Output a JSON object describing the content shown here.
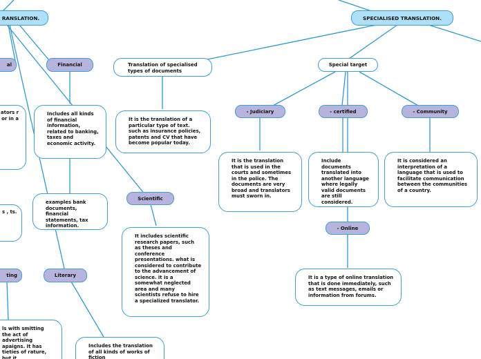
{
  "nodes": {
    "specialised_translation": "SPECIALISED TRANSLATION.",
    "translation_partial": "RANSLATION.",
    "legal_partial": "al",
    "financial": "Financial",
    "financial_desc": "Includes all kinds of financial information, related to banking, taxes and economic activity.",
    "financial_examples": "examples bank documents, financial statements, tax information.",
    "scientific": "Scientific",
    "scientific_desc": "It includes scientific research papers, such as theses and conference presentations. what is considered to contribute to the advancement of science. it is a somewhat neglected area and many scientists refuse to hire a specialized translator.",
    "literary": "Literary",
    "literary_desc": "Includes the translation of all kinds of works of fiction",
    "advertising_partial": "ting",
    "advertising_desc_partial": "ls with smitting the act of advertising apaigns. It has tieties of rature, but it",
    "legal_desc_partial": "l n. ators r or in a",
    "legal_examples_partial": "s , ts.",
    "translation_of_specialised_types": "Translation of specialised types of documents",
    "specialised_types_desc": "It is the translation of a particular type of text. such as insurance policies, patents and CV that have become popular today.",
    "special_target": "Special target",
    "judiciary": "- Judiciary",
    "judiciary_desc": "It is the translation that is used in the courts and sometimes in the police. The documents are very broad and translators must sworn in.",
    "certified": "- certified",
    "certified_desc": "Include documents translated into another language where legally valid documents are still considered.",
    "community": "- Community",
    "community_desc": "It is considered an interpretation of a language that is used to facilitate communication between the communities of a country.",
    "online": "- Online",
    "online_desc": "It is a type of online translation that is done immediately, such as text messages, emails or information from forums."
  }
}
